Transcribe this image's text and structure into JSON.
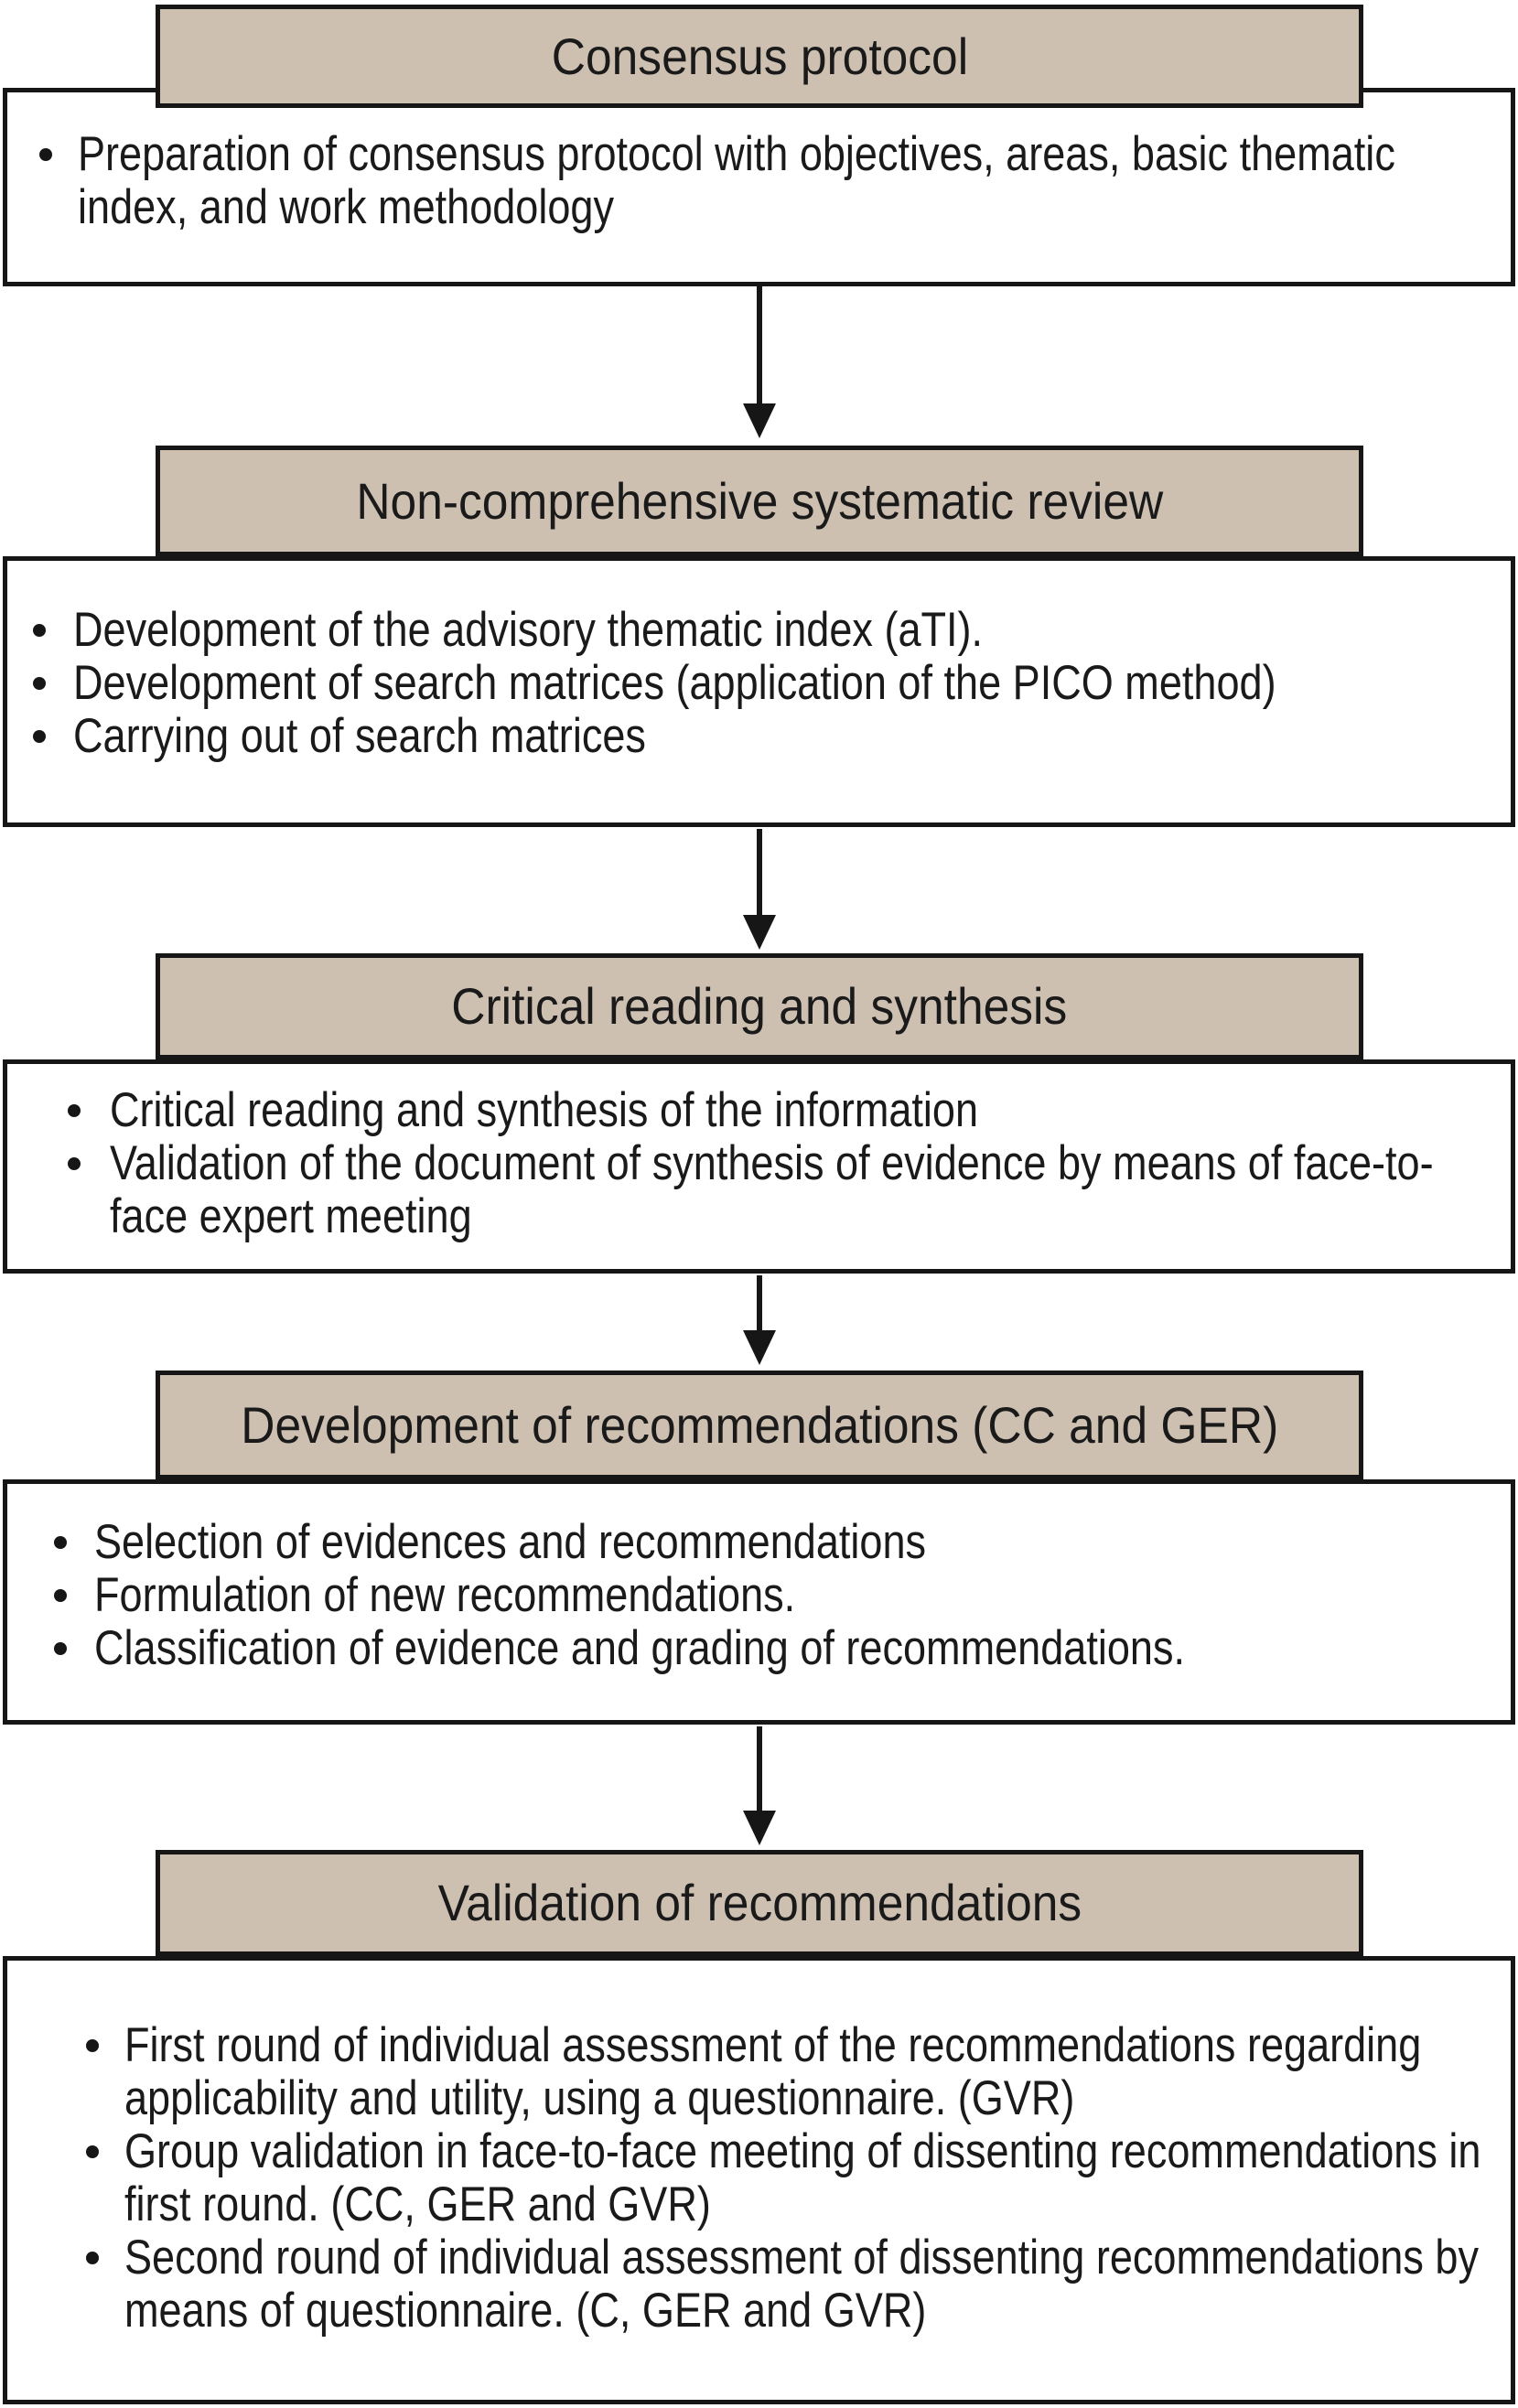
{
  "figure": {
    "type": "flowchart",
    "direction": "top-down",
    "connector": "arrow-down",
    "colors": {
      "header_fill": "#cec0b1",
      "border": "#161616",
      "text": "#1a1a1a",
      "background": "#ffffff"
    },
    "steps": [
      {
        "title": "Consensus protocol",
        "bullets": [
          "Preparation of consensus protocol with objectives, areas, basic thematic index, and work methodology"
        ]
      },
      {
        "title": "Non-comprehensive systematic review",
        "bullets": [
          "Development of the advisory thematic index (aTI).",
          "Development of search matrices (application of the PICO method)",
          "Carrying out of search matrices"
        ]
      },
      {
        "title": "Critical reading and synthesis",
        "bullets": [
          "Critical reading and synthesis of the information",
          "Validation of the document of synthesis of evidence by means of face-to-face expert meeting"
        ]
      },
      {
        "title": "Development of recommendations (CC and GER)",
        "bullets": [
          "Selection of evidences and recommendations",
          "Formulation of new recommendations.",
          "Classification of evidence and grading of recommendations."
        ]
      },
      {
        "title": "Validation of recommendations",
        "bullets": [
          "First round of individual assessment of the recommendations regarding applicability and utility, using a questionnaire. (GVR)",
          "Group validation in face-to-face meeting of dissenting recommendations in first round. (CC, GER and GVR)",
          "Second round of individual assessment of dissenting recommendations by means of questionnaire. (C, GER and GVR)"
        ]
      }
    ]
  }
}
